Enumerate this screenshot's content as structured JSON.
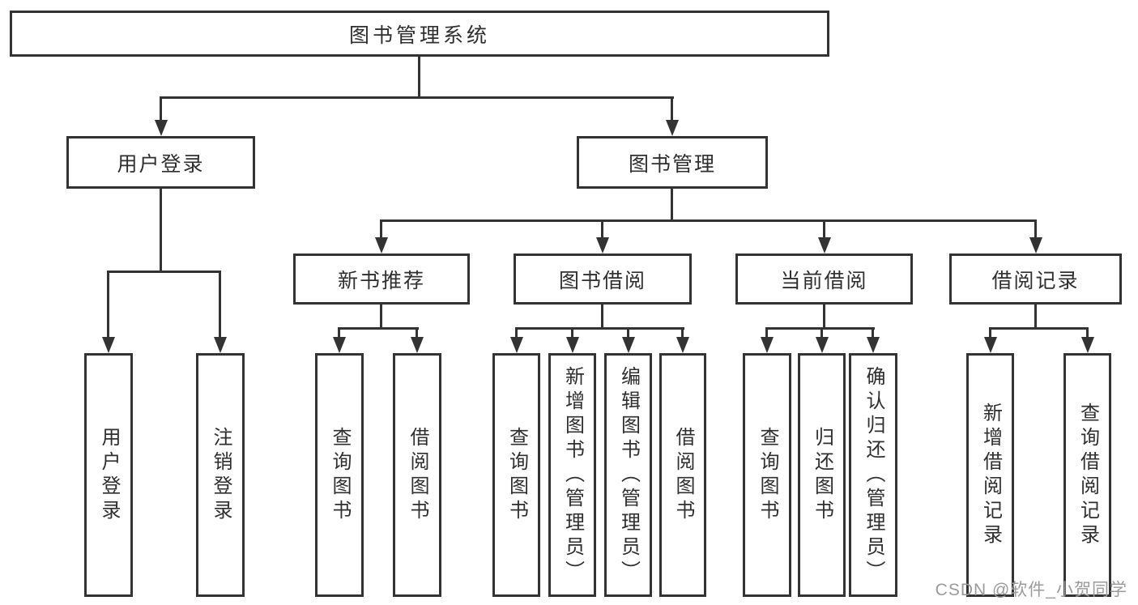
{
  "diagram": {
    "root": {
      "label": "图书管理系统"
    },
    "level2": [
      {
        "label": "用户登录"
      },
      {
        "label": "图书管理"
      }
    ],
    "level3": [
      {
        "label": "新书推荐"
      },
      {
        "label": "图书借阅"
      },
      {
        "label": "当前借阅"
      },
      {
        "label": "借阅记录"
      }
    ],
    "leaves": {
      "user_login": [
        "用户登录",
        "注销登录"
      ],
      "new_book_recommend": [
        "查询图书",
        "借阅图书"
      ],
      "book_borrow": [
        "查询图书",
        "新增图书（管理员）",
        "编辑图书（管理员）",
        "借阅图书"
      ],
      "current_borrow": [
        "查询图书",
        "归还图书",
        "确认归还（管理员）"
      ],
      "borrow_records": [
        "新增借阅记录",
        "查询借阅记录"
      ]
    },
    "watermark": "CSDN @软件_小贺同学",
    "colors": {
      "line": "#333333",
      "text": "#2f2f2f",
      "background": "#ffffff",
      "watermark": "#9b9b9b"
    }
  }
}
